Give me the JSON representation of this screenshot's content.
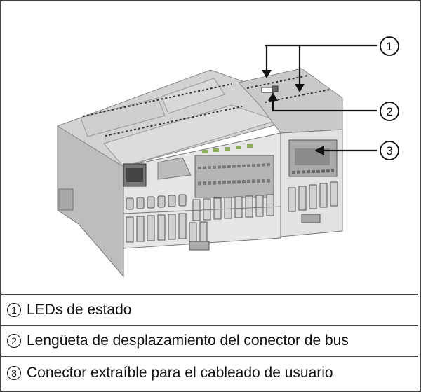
{
  "figure": {
    "subject": "PLC CPU module with signal board, isometric view",
    "callouts": [
      {
        "number": "1",
        "target": "status-leds"
      },
      {
        "number": "2",
        "target": "bus-connector-slide-tab"
      },
      {
        "number": "3",
        "target": "removable-user-wiring-connector"
      }
    ],
    "colors": {
      "housing_light": "#e4e4e4",
      "housing_mid": "#c8c8c8",
      "housing_dark": "#9a9a9a",
      "led_green": "#8fae5a",
      "line": "#222222",
      "border": "#444444"
    }
  },
  "legend": [
    {
      "number": "1",
      "text": "LEDs de estado"
    },
    {
      "number": "2",
      "text": "Lengüeta de desplazamiento del conector de bus"
    },
    {
      "number": "3",
      "text": "Conector extraíble para el cableado de usuario"
    }
  ]
}
